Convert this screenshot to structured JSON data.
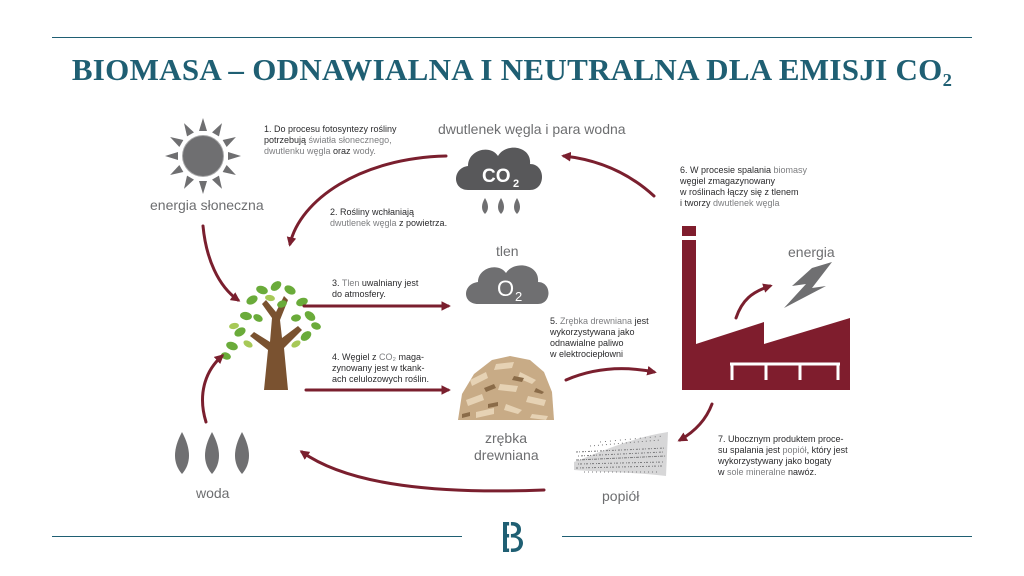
{
  "title": "BIOMASA – ODNAWIALNA I NEUTRALNA DLA EMISJI CO₂",
  "labels": {
    "sun": "energia słoneczna",
    "co2": "dwutlenek węgla i para wodna",
    "oxygen": "tlen",
    "energy": "energia",
    "water": "woda",
    "chips": [
      "zrębka",
      "drewniana"
    ],
    "ash": "popiół"
  },
  "icon_text": {
    "co2": "CO",
    "co2_sub": "2",
    "o2": "O",
    "o2_sub": "2"
  },
  "steps": {
    "s1": [
      {
        "t": "1. Do procesu fotosyntezy rośliny",
        "c": "b"
      },
      {
        "t": "potrzebują ",
        "c": "b",
        "more": [
          {
            "t": "światła słonecznego,",
            "c": "g"
          }
        ]
      },
      {
        "t": "dwutlenku węgla",
        "c": "g",
        "more": [
          {
            "t": " oraz",
            "c": "b"
          },
          {
            "t": " wody.",
            "c": "g"
          }
        ]
      }
    ],
    "s2": [
      {
        "t": "2. Rośliny wchłaniają",
        "c": "b"
      },
      {
        "t": "dwutlenek węgla",
        "c": "g",
        "more": [
          {
            "t": " z powietrza.",
            "c": "b"
          }
        ]
      }
    ],
    "s3": [
      {
        "t": "3. ",
        "c": "b",
        "more": [
          {
            "t": "Tlen",
            "c": "g"
          },
          {
            "t": " uwalniany jest",
            "c": "b"
          }
        ]
      },
      {
        "t": "do atmosfery.",
        "c": "b"
      }
    ],
    "s4": [
      {
        "t": "4. Węgiel z ",
        "c": "b",
        "more": [
          {
            "t": "CO₂",
            "c": "g"
          },
          {
            "t": " maga-",
            "c": "b"
          }
        ]
      },
      {
        "t": "zynowany jest w tkank-",
        "c": "b"
      },
      {
        "t": "ach celulozowych roślin.",
        "c": "b"
      }
    ],
    "s5": [
      {
        "t": "5. ",
        "c": "b",
        "more": [
          {
            "t": "Zrębka drewniana",
            "c": "g"
          },
          {
            "t": " jest",
            "c": "b"
          }
        ]
      },
      {
        "t": "wykorzystywana jako",
        "c": "b"
      },
      {
        "t": "odnawialne paliwo",
        "c": "b"
      },
      {
        "t": "w elektrociepłowni",
        "c": "b"
      }
    ],
    "s6": [
      {
        "t": "6. W procesie spalania ",
        "c": "b",
        "more": [
          {
            "t": "biomasy",
            "c": "g"
          }
        ]
      },
      {
        "t": "węgiel zmagazynowany",
        "c": "b"
      },
      {
        "t": "w roślinach łączy się z tlenem",
        "c": "b"
      },
      {
        "t": "i tworzy ",
        "c": "b",
        "more": [
          {
            "t": "dwutlenek węgla",
            "c": "g"
          }
        ]
      }
    ],
    "s7": [
      {
        "t": "7. Ubocznym produktem proce-",
        "c": "b"
      },
      {
        "t": "su spalania jest ",
        "c": "b",
        "more": [
          {
            "t": "popiół",
            "c": "g"
          },
          {
            "t": ", który jest",
            "c": "b"
          }
        ]
      },
      {
        "t": "wykorzystywany jako bogaty",
        "c": "b"
      },
      {
        "t": "w ",
        "c": "b",
        "more": [
          {
            "t": "sole mineralne",
            "c": "g"
          },
          {
            "t": " nawóz.",
            "c": "b"
          }
        ]
      }
    ]
  },
  "colors": {
    "accent": "#1f5f73",
    "arrow": "#7a1f2e",
    "factory": "#7f1d2d",
    "icon_gray": "#6f6f71",
    "text_gray": "#6d6e70"
  },
  "icons": [
    "sun-icon",
    "co2-cloud-icon",
    "o2-cloud-icon",
    "tree-icon",
    "water-drops-icon",
    "wood-chips-icon",
    "factory-icon",
    "lightning-icon",
    "ash-icon",
    "logo-b-icon"
  ]
}
